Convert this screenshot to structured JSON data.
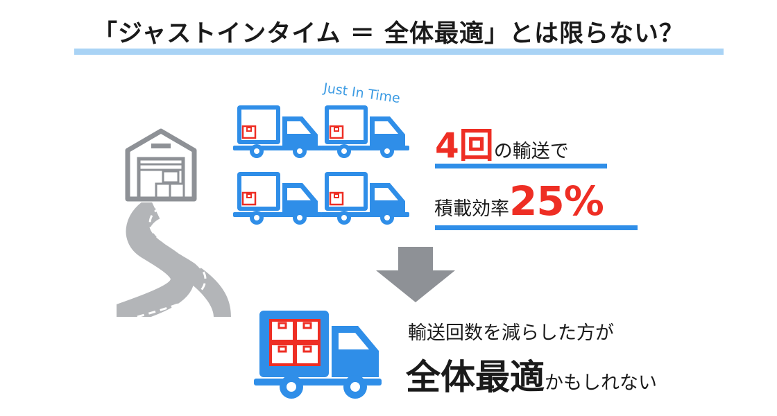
{
  "title": "「ジャストインタイム ＝ 全体最適」とは限らない？",
  "jit_label": "Just In Time",
  "stat1": {
    "number": "4回",
    "text": "の輸送で"
  },
  "stat2": {
    "text": "積載効率",
    "number": "25%"
  },
  "conclusion": {
    "line1": "輸送回数を減らした方が",
    "emphasis": "全体最適",
    "suffix": "かもしれない"
  },
  "colors": {
    "truck_blue": "#2f8ee8",
    "accent_red": "#ee2e24",
    "title_underline": "#a9d3f5",
    "arrow_gray": "#8e9196",
    "road_gray": "#b3b5b8",
    "warehouse_gray": "#8e9196"
  },
  "icons": [
    "warehouse-icon",
    "road-icon",
    "truck-icon",
    "down-arrow-icon",
    "package-icon"
  ]
}
